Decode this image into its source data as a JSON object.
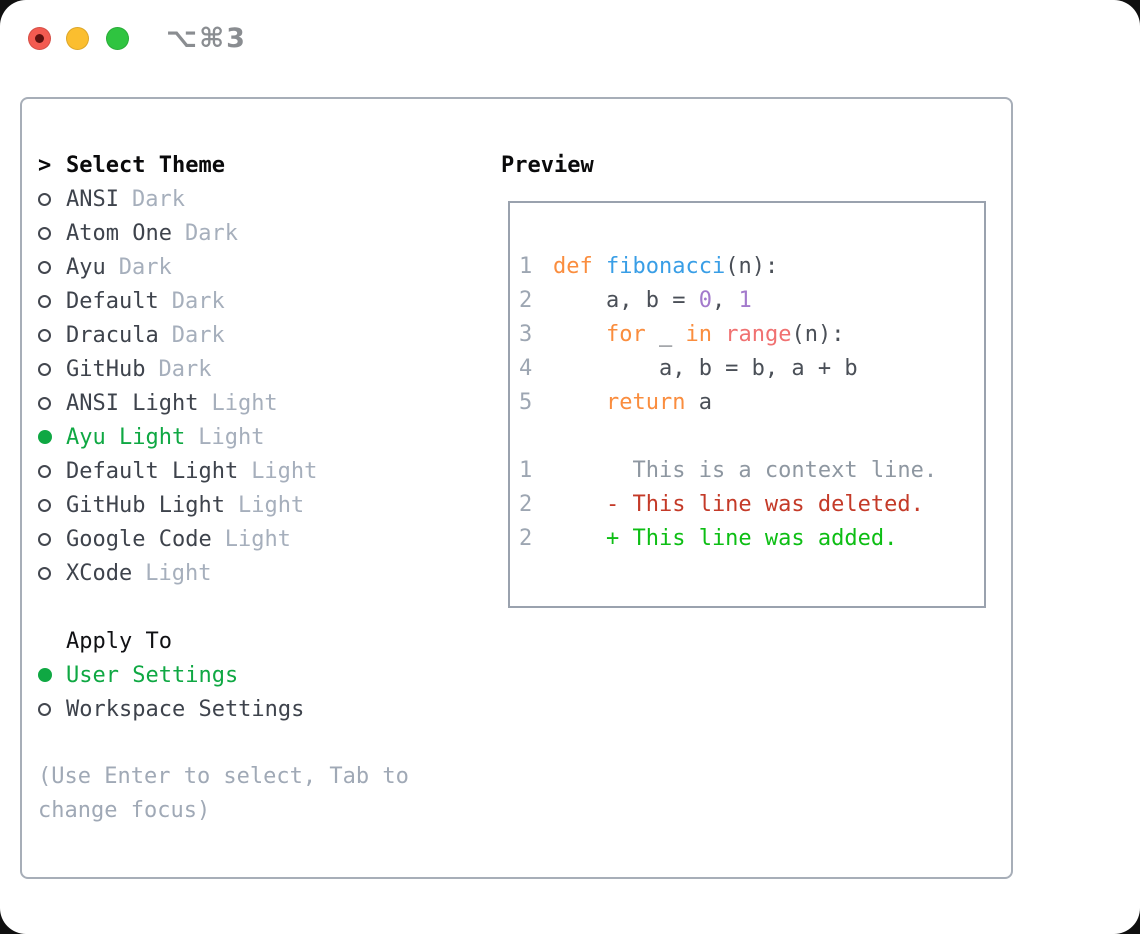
{
  "window": {
    "shortcut_label": "⌥⌘3"
  },
  "theme_panel": {
    "header_prompt": ">",
    "header_label": "Select Theme",
    "themes": [
      {
        "name": "ANSI",
        "variant": "Dark",
        "selected": false
      },
      {
        "name": "Atom One",
        "variant": "Dark",
        "selected": false
      },
      {
        "name": "Ayu",
        "variant": "Dark",
        "selected": false
      },
      {
        "name": "Default",
        "variant": "Dark",
        "selected": false
      },
      {
        "name": "Dracula",
        "variant": "Dark",
        "selected": false
      },
      {
        "name": "GitHub",
        "variant": "Dark",
        "selected": false
      },
      {
        "name": "ANSI Light",
        "variant": "Light",
        "selected": false
      },
      {
        "name": "Ayu Light",
        "variant": "Light",
        "selected": true
      },
      {
        "name": "Default Light",
        "variant": "Light",
        "selected": false
      },
      {
        "name": "GitHub Light",
        "variant": "Light",
        "selected": false
      },
      {
        "name": "Google Code",
        "variant": "Light",
        "selected": false
      },
      {
        "name": "XCode",
        "variant": "Light",
        "selected": false
      }
    ],
    "apply_to_label": "Apply To",
    "apply_options": [
      {
        "name": "User Settings",
        "selected": true
      },
      {
        "name": "Workspace Settings",
        "selected": false
      }
    ],
    "hint": "(Use Enter to select, Tab to change focus)"
  },
  "preview": {
    "title": "Preview",
    "code_lines": [
      {
        "num": "1",
        "tokens": [
          {
            "text": "def ",
            "type": "keyword"
          },
          {
            "text": "fibonacci",
            "type": "function"
          },
          {
            "text": "(n):",
            "type": "plain"
          }
        ]
      },
      {
        "num": "2",
        "tokens": [
          {
            "text": "    a, b = ",
            "type": "plain"
          },
          {
            "text": "0",
            "type": "number"
          },
          {
            "text": ", ",
            "type": "plain"
          },
          {
            "text": "1",
            "type": "number"
          }
        ]
      },
      {
        "num": "3",
        "tokens": [
          {
            "text": "    ",
            "type": "plain"
          },
          {
            "text": "for",
            "type": "keyword"
          },
          {
            "text": " _ ",
            "type": "plain"
          },
          {
            "text": "in",
            "type": "keyword"
          },
          {
            "text": " ",
            "type": "plain"
          },
          {
            "text": "range",
            "type": "builtin"
          },
          {
            "text": "(n):",
            "type": "plain"
          }
        ]
      },
      {
        "num": "4",
        "tokens": [
          {
            "text": "        a, b = b, a + b",
            "type": "plain"
          }
        ]
      },
      {
        "num": "5",
        "tokens": [
          {
            "text": "    ",
            "type": "plain"
          },
          {
            "text": "return",
            "type": "keyword"
          },
          {
            "text": " a",
            "type": "plain"
          }
        ]
      },
      {
        "num": "",
        "tokens": []
      },
      {
        "num": "1",
        "tokens": [
          {
            "text": "      This is a context line.",
            "type": "context"
          }
        ]
      },
      {
        "num": "2",
        "tokens": [
          {
            "text": "    - This line was deleted.",
            "type": "deleted"
          }
        ]
      },
      {
        "num": "2",
        "tokens": [
          {
            "text": "    + This line was added.",
            "type": "added"
          }
        ]
      }
    ]
  },
  "colors": {
    "accent_green": "#0FA843",
    "added_green": "#0DBE14",
    "deleted_red": "#C43A28",
    "context_gray": "#8E97A1",
    "keyword_orange": "#FA8D3E",
    "function_blue": "#399EE6",
    "number_purple": "#A37ACC",
    "builtin_coral": "#F07171",
    "code_text": "#4A4F57",
    "muted_gray": "#A6AFBC",
    "panel_border": "#A7AEB8",
    "traffic_red": "#F35B51",
    "traffic_yellow": "#FBBE2F",
    "traffic_green": "#2FC440"
  }
}
